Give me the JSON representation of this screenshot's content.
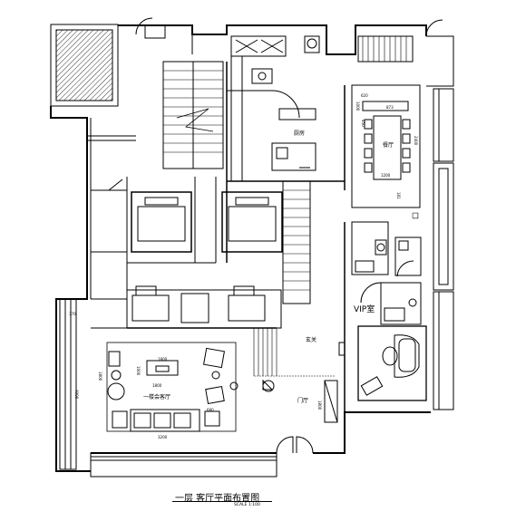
{
  "title": "一层 客厅平面布置图",
  "scale_label": "SCALE 1:100",
  "rooms": {
    "kitchen": "厨房",
    "dining": "餐厅",
    "vip": "VIP室",
    "foyer": "玄关",
    "entry_hall": "门厅",
    "living": "一楼会客厅"
  },
  "dimensions": {
    "d1": "370",
    "d2": "4000",
    "d3": "1800",
    "d4": "1000",
    "d5": "1800",
    "d6": "1800",
    "d7": "3200",
    "d8": "680",
    "d9": "1800",
    "d10": "620",
    "d11": "873",
    "d12": "1000",
    "d13": "450",
    "d14": "2400",
    "d15": "1200",
    "d16": "181"
  },
  "colors": {
    "line": "#000000",
    "background": "#ffffff"
  }
}
